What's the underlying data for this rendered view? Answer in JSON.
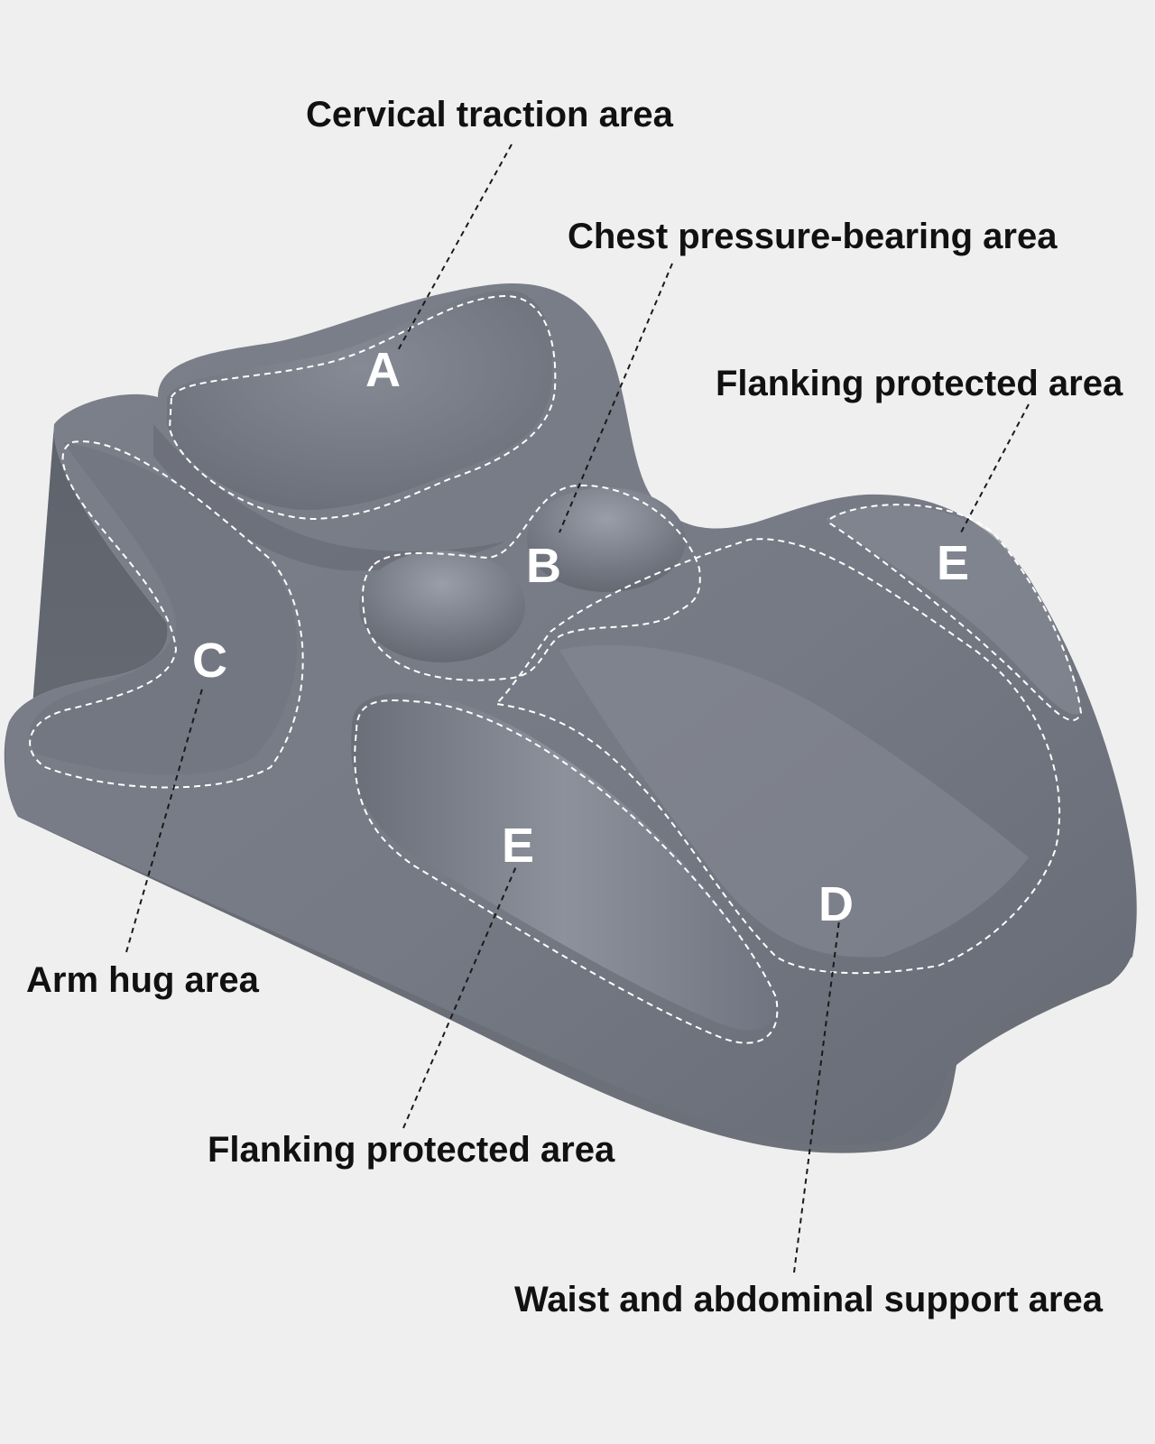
{
  "colors": {
    "background": "#efefef",
    "pillow_base": "#6f737d",
    "pillow_light": "#8e929c",
    "outline": "#ffffff",
    "label_text": "#111111"
  },
  "callouts": {
    "cervical": "Cervical traction area",
    "chest": "Chest pressure-bearing area",
    "flank_right": "Flanking protected area",
    "arm": "Arm hug area",
    "flank_left": "Flanking protected area",
    "waist": "Waist and abdominal support area"
  },
  "zones": {
    "a": "A",
    "b": "B",
    "c": "C",
    "d": "D",
    "e_right": "E",
    "e_left": "E"
  }
}
